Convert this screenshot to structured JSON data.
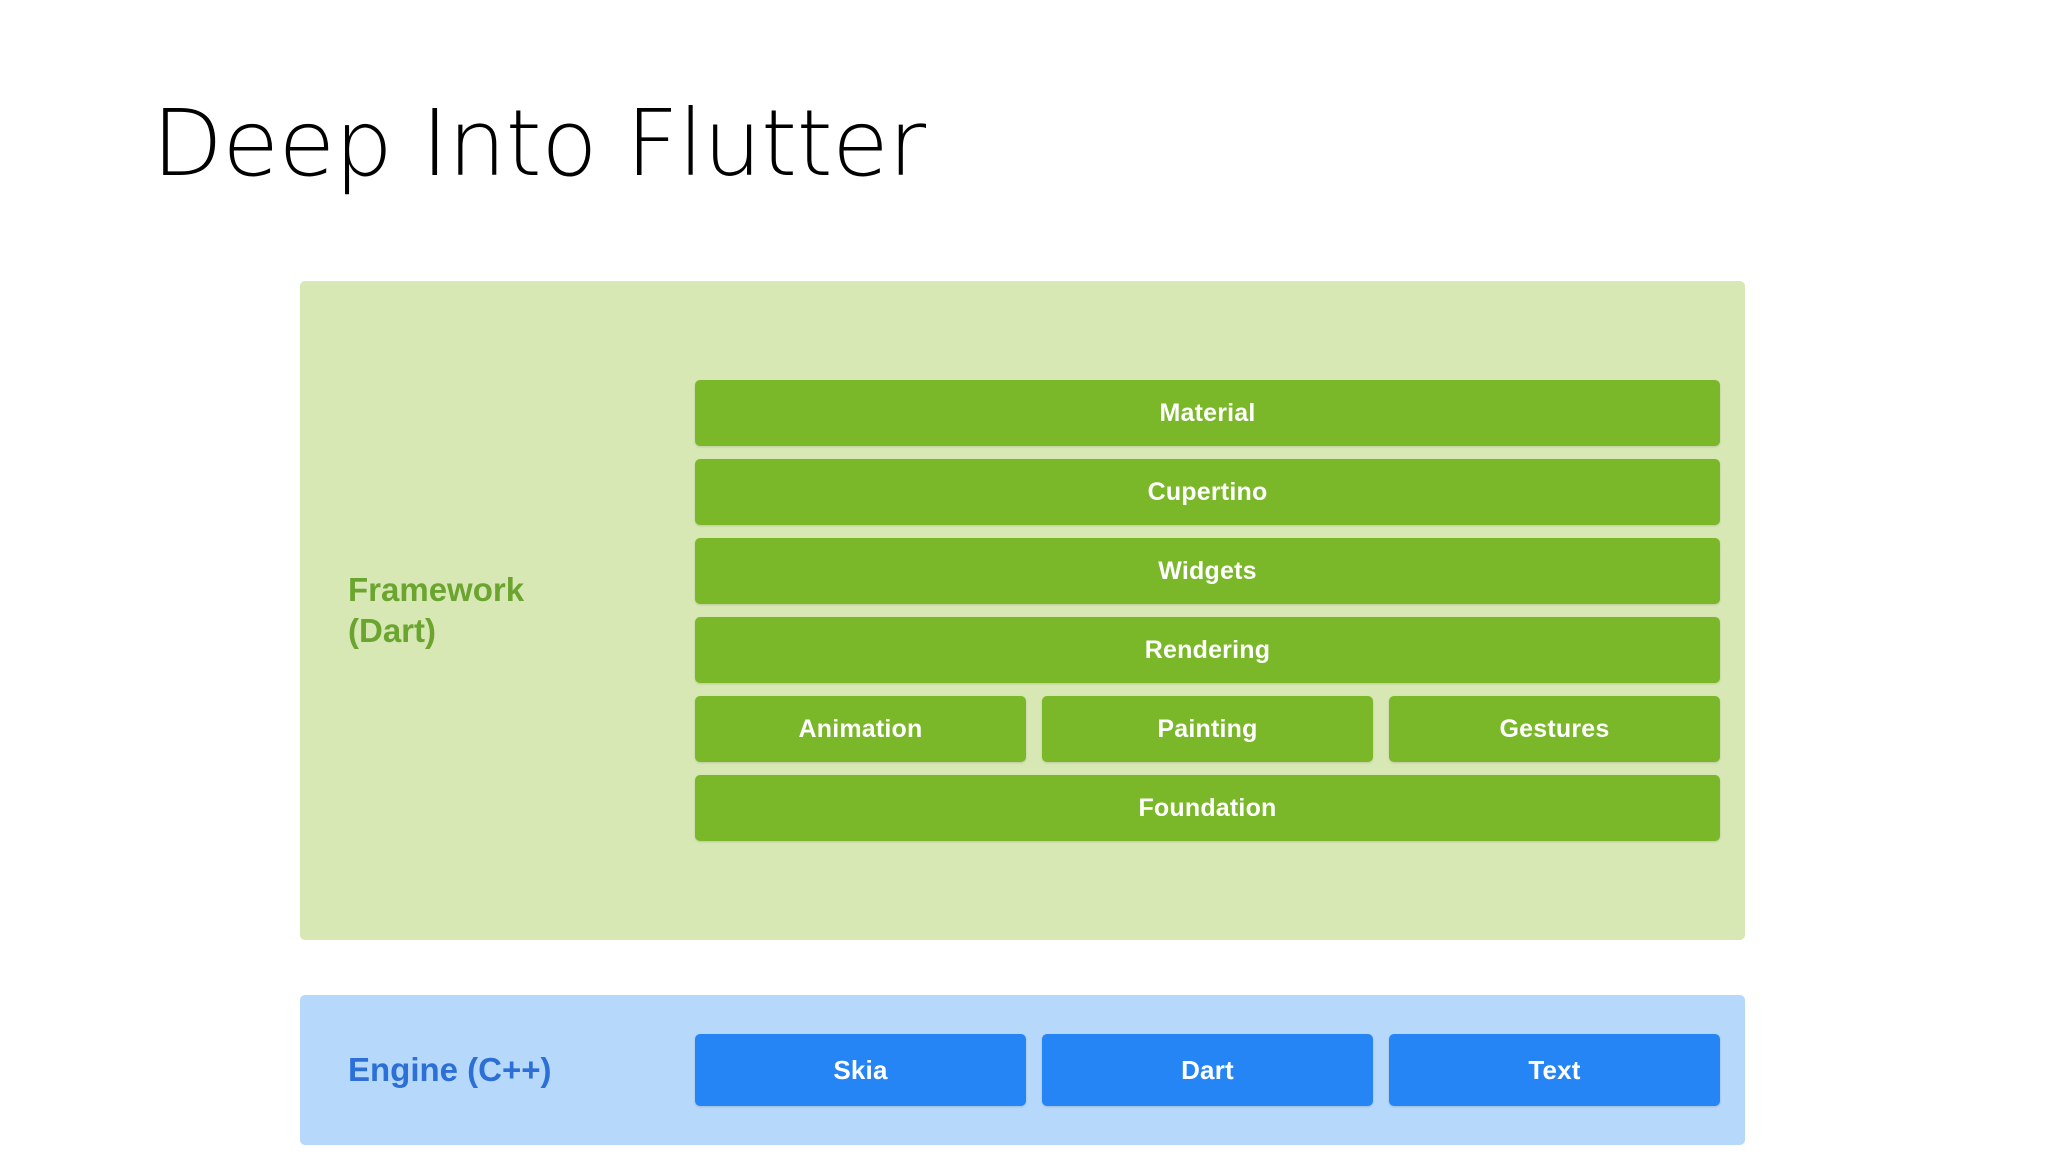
{
  "slide": {
    "title": "Deep Into Flutter",
    "background_color": "#ffffff"
  },
  "architecture": {
    "layers": [
      {
        "id": "framework",
        "label": "Framework\n(Dart)",
        "label_color": "#6ba52f",
        "panel_color": "#d8e8b5",
        "box_color": "#7ab829",
        "rows": [
          {
            "modules": [
              "Material"
            ]
          },
          {
            "modules": [
              "Cupertino"
            ]
          },
          {
            "modules": [
              "Widgets"
            ]
          },
          {
            "modules": [
              "Rendering"
            ]
          },
          {
            "modules": [
              "Animation",
              "Painting",
              "Gestures"
            ]
          },
          {
            "modules": [
              "Foundation"
            ]
          }
        ]
      },
      {
        "id": "engine",
        "label": "Engine (C++)",
        "label_color": "#2c6fd6",
        "panel_color": "#b6d8fb",
        "box_color": "#2585f5",
        "rows": [
          {
            "modules": [
              "Skia",
              "Dart",
              "Text"
            ]
          }
        ]
      }
    ]
  }
}
